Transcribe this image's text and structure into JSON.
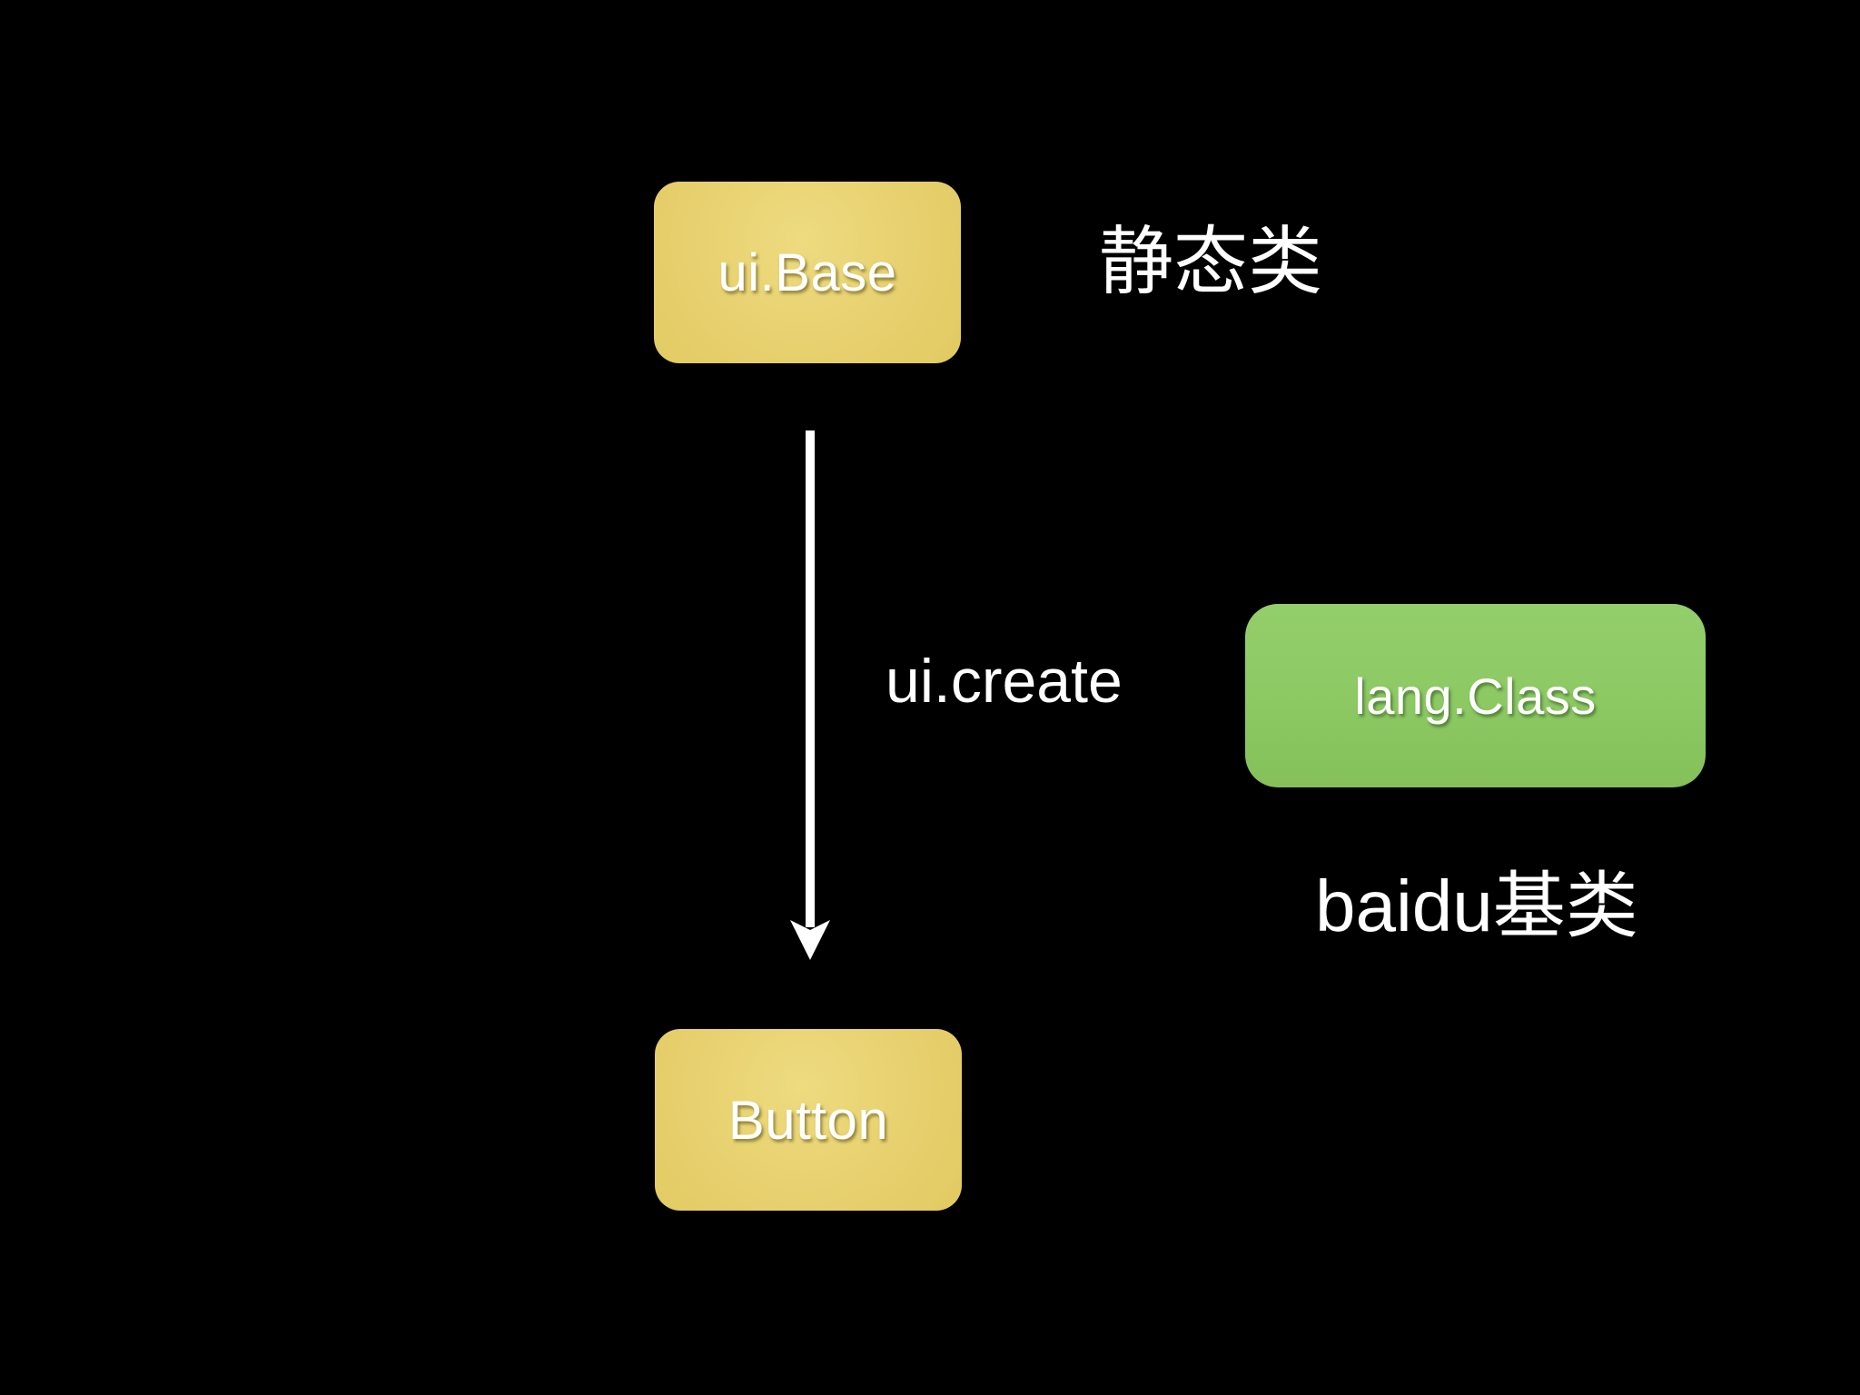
{
  "slide": {
    "background_color": "#000000",
    "nodes": [
      {
        "id": "ui-base",
        "label": "ui.Base",
        "fill": "#e7d06e",
        "text_color": "#ffffff",
        "shape": "rounded-rect"
      },
      {
        "id": "lang-class",
        "label": "lang.Class",
        "fill": "#8cc963",
        "text_color": "#ffffff",
        "shape": "rounded-rect"
      },
      {
        "id": "button",
        "label": "Button",
        "fill": "#e7d06e",
        "text_color": "#ffffff",
        "shape": "rounded-rect"
      }
    ],
    "edge": {
      "from": "ui.Base",
      "to": "Button",
      "label": "ui.create",
      "color": "#ffffff",
      "direction": "down"
    },
    "annotations": [
      {
        "id": "static-class-label",
        "text": "静态类",
        "color": "#ffffff"
      },
      {
        "id": "baidu-base-label",
        "text": "baidu基类",
        "color": "#ffffff"
      }
    ]
  }
}
